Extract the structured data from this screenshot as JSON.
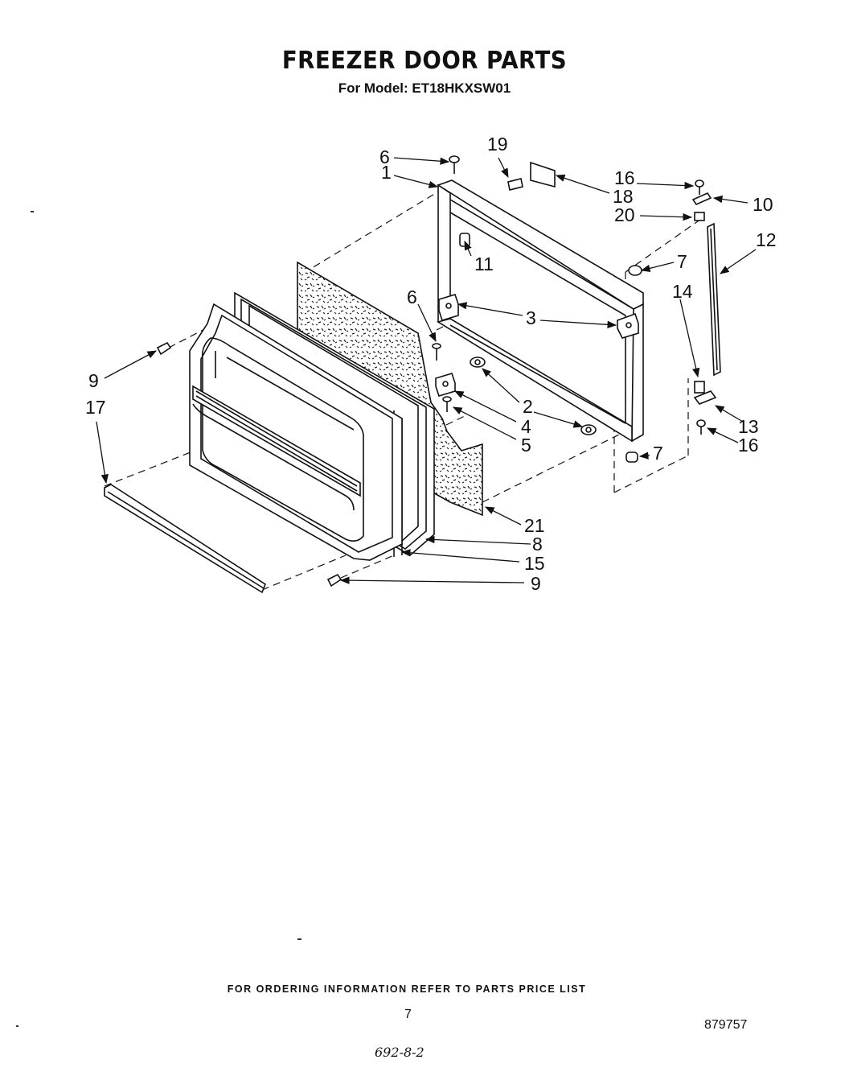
{
  "header": {
    "title": "FREEZER DOOR PARTS",
    "subtitle": "For Model: ET18HKXSW01"
  },
  "callouts": [
    "1",
    "2",
    "3",
    "4",
    "5",
    "6",
    "6",
    "7",
    "7",
    "8",
    "9",
    "9",
    "10",
    "11",
    "12",
    "13",
    "14",
    "15",
    "16",
    "16",
    "17",
    "18",
    "19",
    "20",
    "21"
  ],
  "footer": {
    "ordering_note": "FOR ORDERING INFORMATION REFER TO PARTS PRICE LIST",
    "page_number": "7",
    "part_number": "879757",
    "handwritten_note": "692-8-2"
  }
}
